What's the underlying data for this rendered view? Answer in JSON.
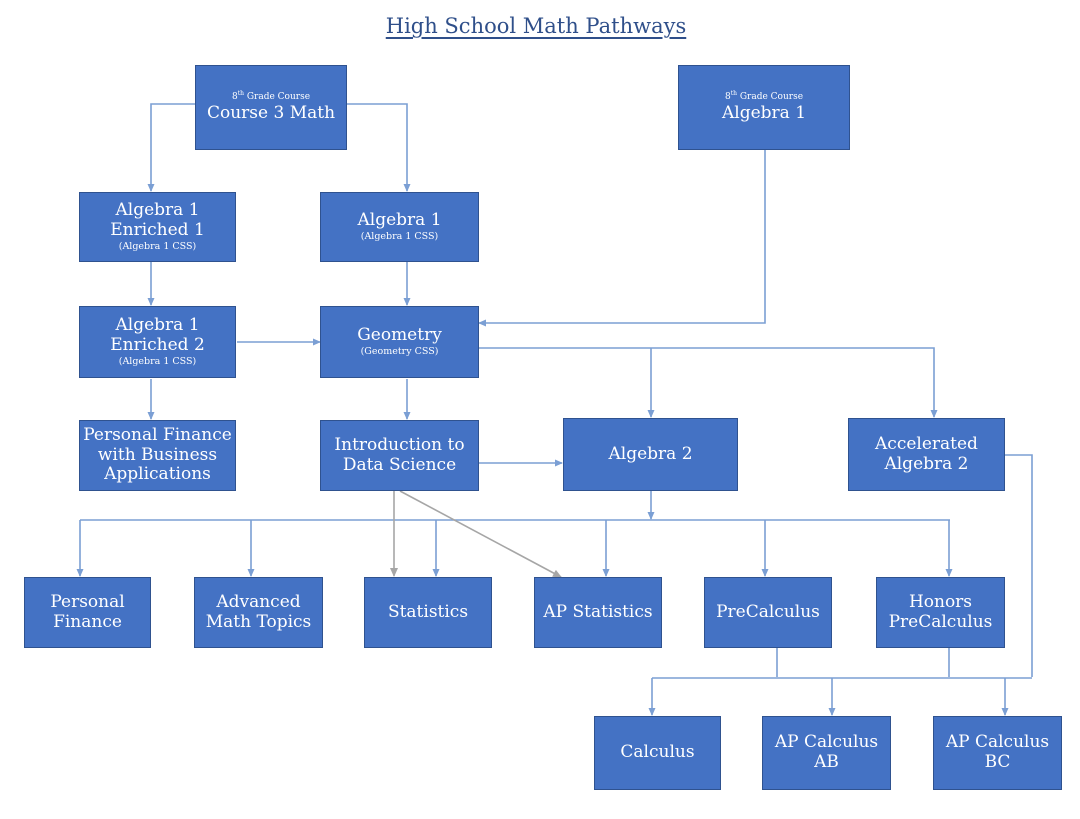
{
  "title": "High School Math Pathways",
  "colors": {
    "box_fill": "#4472c4",
    "box_border": "#2f528f",
    "connector": "#7b9fd4",
    "connector_gray": "#a6a6a6",
    "title": "#2f4f8a"
  },
  "nodes": {
    "course3": {
      "pre_num": "8",
      "pre_sup": "th",
      "pre_text": " Grade Course",
      "label": "Course 3 Math"
    },
    "alg1_8th": {
      "pre_num": "8",
      "pre_sup": "th",
      "pre_text": " Grade Course",
      "label": "Algebra 1"
    },
    "alg1_enr1": {
      "label": "Algebra 1\nEnriched 1",
      "sub": "(Algebra 1 CSS)"
    },
    "alg1": {
      "label": "Algebra 1",
      "sub": "(Algebra 1 CSS)"
    },
    "alg1_enr2": {
      "label": "Algebra 1\nEnriched 2",
      "sub": "(Algebra 1 CSS)"
    },
    "geometry": {
      "label": "Geometry",
      "sub": "(Geometry CSS)"
    },
    "pers_fin_bus": {
      "label": "Personal Finance\nwith Business\nApplications"
    },
    "intro_ds": {
      "label": "Introduction to\nData Science"
    },
    "alg2": {
      "label": "Algebra 2"
    },
    "acc_alg2": {
      "label": "Accelerated\nAlgebra 2"
    },
    "pers_fin": {
      "label": "Personal\nFinance"
    },
    "adv_math": {
      "label": "Advanced\nMath Topics"
    },
    "statistics": {
      "label": "Statistics"
    },
    "ap_stats": {
      "label": "AP Statistics"
    },
    "precalc": {
      "label": "PreCalculus"
    },
    "hon_precalc": {
      "label": "Honors\nPreCalculus"
    },
    "calculus": {
      "label": "Calculus"
    },
    "ap_calc_ab": {
      "label": "AP Calculus\nAB"
    },
    "ap_calc_bc": {
      "label": "AP Calculus\nBC"
    }
  },
  "edges": [
    {
      "from": "course3",
      "to": "alg1_enr1"
    },
    {
      "from": "course3",
      "to": "alg1"
    },
    {
      "from": "alg1_8th",
      "to": "geometry"
    },
    {
      "from": "alg1_enr1",
      "to": "alg1_enr2"
    },
    {
      "from": "alg1",
      "to": "geometry"
    },
    {
      "from": "alg1_enr2",
      "to": "geometry"
    },
    {
      "from": "alg1_enr2",
      "to": "pers_fin_bus"
    },
    {
      "from": "geometry",
      "to": "intro_ds"
    },
    {
      "from": "geometry",
      "to": "alg2"
    },
    {
      "from": "geometry",
      "to": "acc_alg2"
    },
    {
      "from": "intro_ds",
      "to": "alg2"
    },
    {
      "from": "intro_ds",
      "to": "statistics"
    },
    {
      "from": "intro_ds",
      "to": "ap_stats"
    },
    {
      "from": "alg2",
      "to": "pers_fin"
    },
    {
      "from": "alg2",
      "to": "adv_math"
    },
    {
      "from": "alg2",
      "to": "statistics"
    },
    {
      "from": "alg2",
      "to": "ap_stats"
    },
    {
      "from": "alg2",
      "to": "precalc"
    },
    {
      "from": "alg2",
      "to": "hon_precalc"
    },
    {
      "from": "precalc",
      "to": "calculus"
    },
    {
      "from": "precalc",
      "to": "ap_calc_ab"
    },
    {
      "from": "hon_precalc",
      "to": "ap_calc_ab"
    },
    {
      "from": "hon_precalc",
      "to": "ap_calc_bc"
    },
    {
      "from": "acc_alg2",
      "to": "ap_calc_bc"
    }
  ]
}
